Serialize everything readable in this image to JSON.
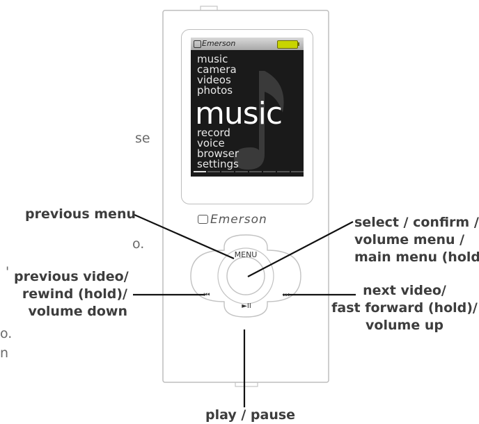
{
  "left_fragments": [
    "se",
    "o.",
    "'",
    "o.",
    "n"
  ],
  "device": {
    "brand": "Emerson",
    "screen": {
      "brand": "Emerson",
      "menu_top": [
        "music",
        "camera",
        "videos",
        "photos"
      ],
      "highlight": "music",
      "menu_bottom": [
        "record",
        "voice",
        "browser",
        "settings"
      ]
    },
    "buttons": {
      "menu": "MENU",
      "previous": "⏮",
      "next": "⏭",
      "play_pause": "►II"
    }
  },
  "callouts": {
    "previous_menu": [
      "previous menu"
    ],
    "select": [
      "select / confirm /",
      "volume menu /",
      "main menu (hold)"
    ],
    "previous_video": [
      "previous video/",
      "rewind (hold)/",
      "volume down"
    ],
    "next_video": [
      "next video/",
      "fast forward (hold)/",
      "volume up"
    ],
    "play_pause": [
      "play / pause"
    ]
  }
}
